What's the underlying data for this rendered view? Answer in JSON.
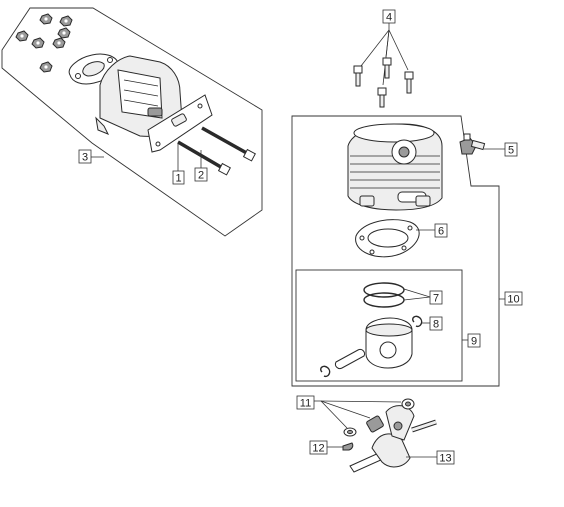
{
  "labels": {
    "n1": "1",
    "n2": "2",
    "n3": "3",
    "n4": "4",
    "n5": "5",
    "n6": "6",
    "n7": "7",
    "n8": "8",
    "n9": "9",
    "n10": "10",
    "n11": "11",
    "n12": "12",
    "n13": "13"
  },
  "colors": {
    "line": "#333333",
    "part_fill": "#eeeeee",
    "background": "#ffffff"
  }
}
